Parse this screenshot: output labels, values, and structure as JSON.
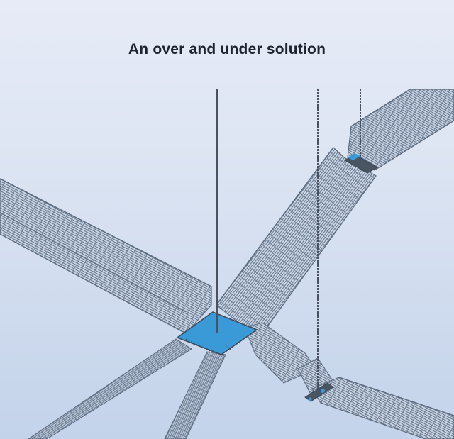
{
  "figure": {
    "title": "An over and under solution",
    "colors": {
      "background_top": "#e7ebf7",
      "background_bottom": "#c3d3ea",
      "mesh_wire": "#5d6b80",
      "mesh_fill": "#b7c4d6",
      "bracket_plate": "#3a9ad8",
      "rod": "#4a5260",
      "title_text": "#1f2430"
    },
    "elements": [
      {
        "name": "left-horizontal-tray",
        "description": "Wire mesh cable tray entering from left, running diagonally down to the center bracket"
      },
      {
        "name": "upper-right-diagonal-tray",
        "description": "Tray rising from the center bracket toward the upper right, passing over the lower run"
      },
      {
        "name": "top-right-tray",
        "description": "Tray continuing at top right, supported by a short hanger rod"
      },
      {
        "name": "lower-left-trays",
        "description": "Two narrow trays descending from the center bracket toward the bottom left"
      },
      {
        "name": "lower-right-tray",
        "description": "Tray stepping down from the center bracket toward the bottom right"
      },
      {
        "name": "center-bracket-plate",
        "description": "Blue square support plate at the crossing point"
      },
      {
        "name": "hanger-rods",
        "count": 3,
        "description": "Vertical threaded rods suspending the trays"
      }
    ]
  }
}
